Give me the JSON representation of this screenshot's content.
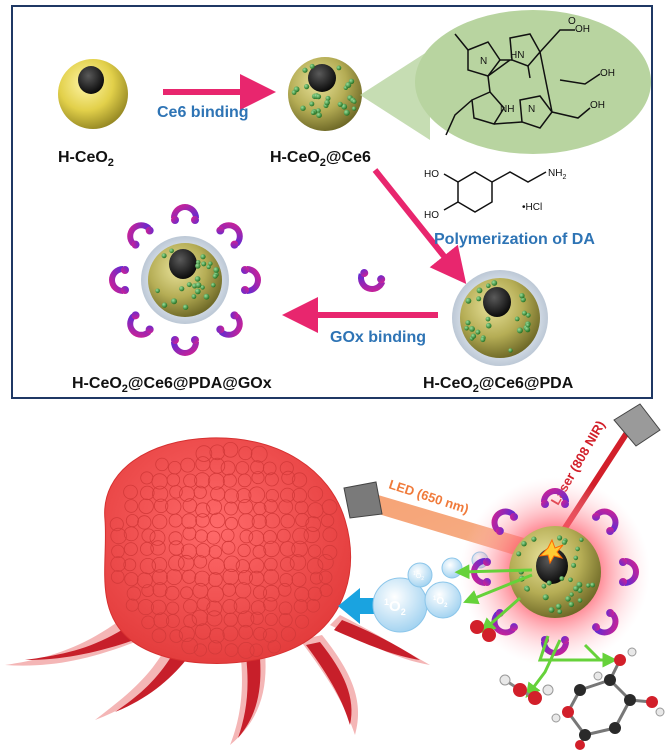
{
  "labels": {
    "h_ceo2": "H-CeO",
    "h_ceo2_ce6": "H-CeO",
    "h_ceo2_ce6_pda": "H-CeO",
    "h_ceo2_ce6_pda_gox": "H-CeO",
    "sub2": "2",
    "suffix_ce6": "@Ce6",
    "suffix_pda": "@Ce6@PDA",
    "suffix_gox": "@Ce6@PDA@GOx"
  },
  "steps": {
    "ce6_binding": "Ce6 binding",
    "polymerization": "Polymerization of DA",
    "gox_binding": "GOx binding"
  },
  "chem": {
    "ho1": "HO",
    "ho2": "HO",
    "nh2": "NH",
    "nh2_sub": "2",
    "hcl": "•HCl",
    "cooh": "OH",
    "nh": "NH",
    "hn": "HN",
    "n1": "N",
    "n2": "N",
    "o": "O"
  },
  "therapy": {
    "led": "LED (650 nm)",
    "laser": "Laser (808 NIR)",
    "singlet": "O",
    "singlet_sup": "1",
    "singlet_sub": "2"
  },
  "colors": {
    "frame": "#1f3864",
    "arrow_pink": "#e8266e",
    "label_blue": "#2e74b5",
    "tumor": "#ef4a4a",
    "gox_purple": "#7b2bd6",
    "gox_magenta": "#d6208a",
    "dot_green": "#3f9a3f",
    "shell_olive": "#8a8a3a",
    "led_orange": "#f07a3a",
    "laser_red": "#d21f2a",
    "arrow_cyan": "#1aa3e0",
    "green_arrows": "#66d23a"
  }
}
